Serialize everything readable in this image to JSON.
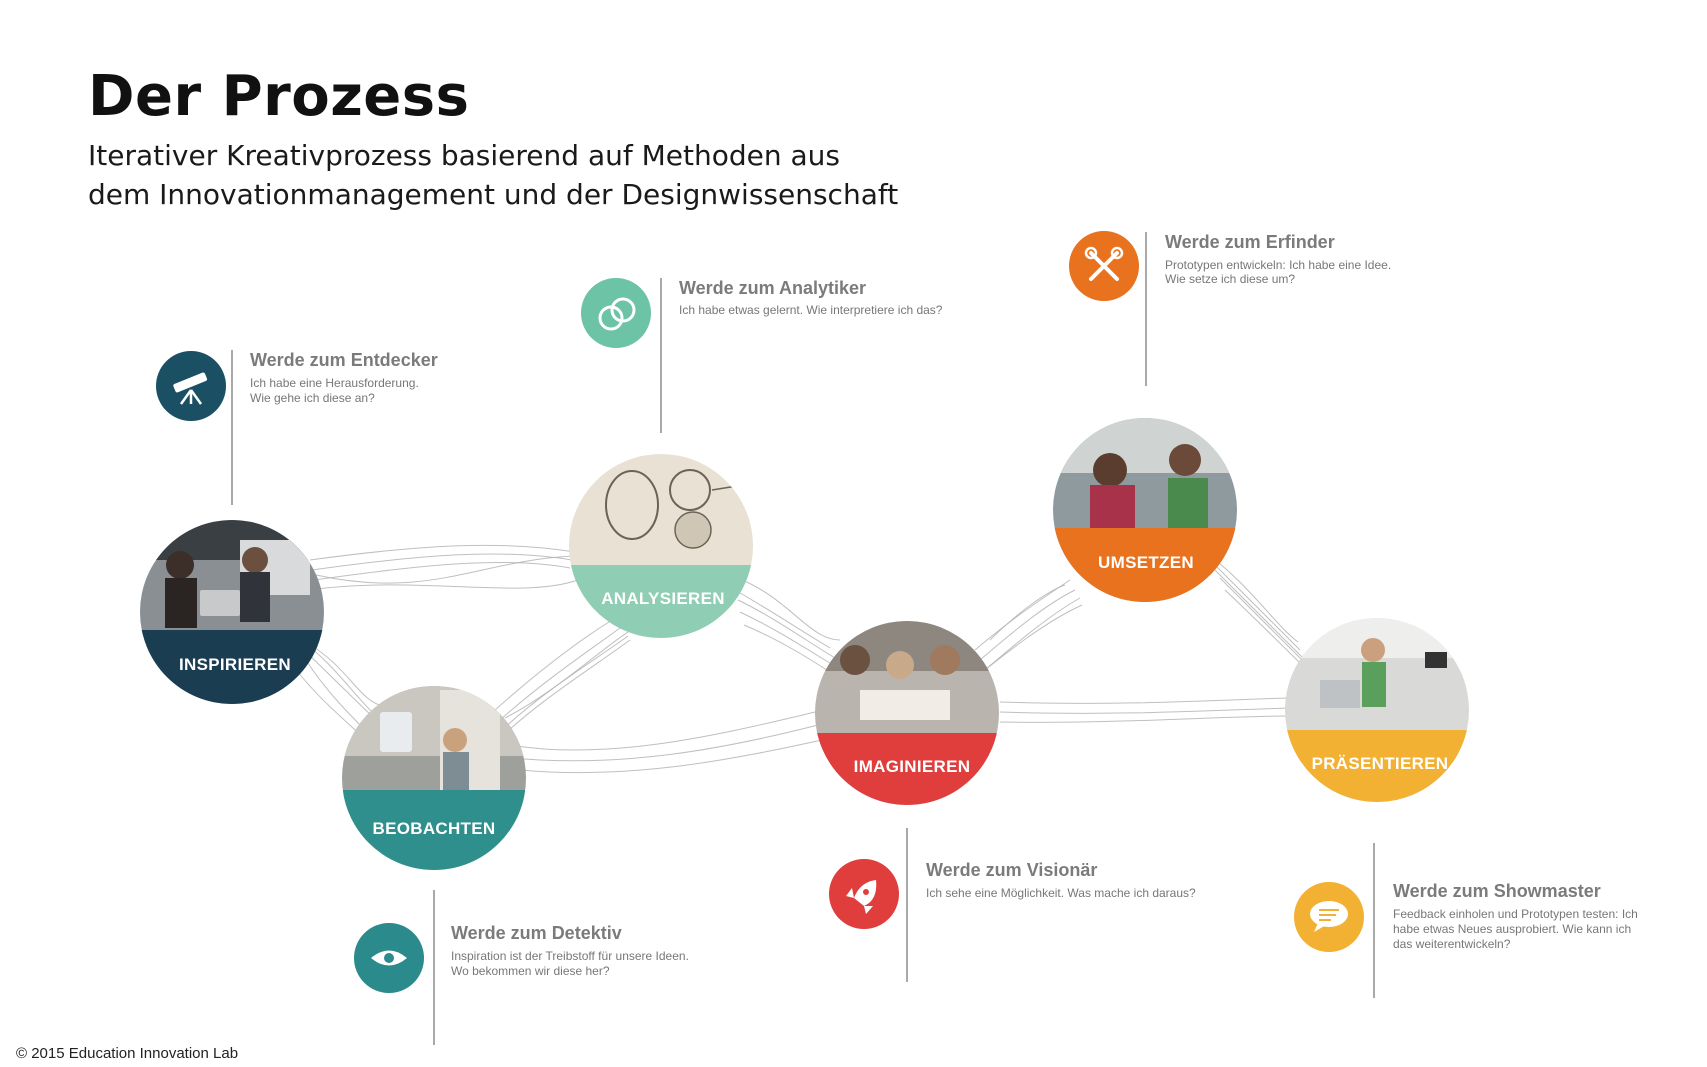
{
  "header": {
    "title": "Der Prozess",
    "subtitle_line1": "Iterativer Kreativprozess basierend auf Methoden aus",
    "subtitle_line2": "dem Innovationmanagement und der Designwissenschaft"
  },
  "stages": [
    {
      "id": "inspirieren",
      "label": "INSPIRIEREN",
      "color": "#1b3d52",
      "photo": "people-laptop-photo"
    },
    {
      "id": "beobachten",
      "label": "BEOBACHTEN",
      "color": "#2f8f8c",
      "photo": "tablet-street-photo"
    },
    {
      "id": "analysieren",
      "label": "ANALYSIEREN",
      "color": "#8fcdb5",
      "photo": "sketch-paper-photo"
    },
    {
      "id": "imaginieren",
      "label": "IMAGINIEREN",
      "color": "#e03d3d",
      "photo": "group-table-photo"
    },
    {
      "id": "umsetzen",
      "label": "UMSETZEN",
      "color": "#e8721e",
      "photo": "workshop-build-photo"
    },
    {
      "id": "praesentieren",
      "label": "PRÄSENTIEREN",
      "color": "#f2b132",
      "photo": "presentation-photo"
    }
  ],
  "roles": [
    {
      "id": "entdecker",
      "title": "Werde zum Entdecker",
      "lines": [
        "Ich habe eine Herausforderung.",
        "Wie gehe ich diese an?"
      ],
      "icon": "telescope-icon",
      "color": "#1b4f63"
    },
    {
      "id": "analytiker",
      "title": "Werde zum Analytiker",
      "lines": [
        "Ich habe etwas gelernt. Wie interpretiere ich das?"
      ],
      "icon": "rings-icon",
      "color": "#6cc3a6"
    },
    {
      "id": "erfinder",
      "title": "Werde zum Erfinder",
      "lines": [
        "Prototypen entwickeln: Ich habe eine Idee.",
        "Wie setze ich diese um?"
      ],
      "icon": "tools-icon",
      "color": "#e8721e"
    },
    {
      "id": "detektiv",
      "title": "Werde zum Detektiv",
      "lines": [
        "Inspiration ist der Treibstoff für unsere Ideen.",
        "Wo bekommen wir diese her?"
      ],
      "icon": "eye-icon",
      "color": "#2a8a8c"
    },
    {
      "id": "visionaer",
      "title": "Werde zum Visionär",
      "lines": [
        "Ich sehe eine Möglichkeit. Was mache ich daraus?"
      ],
      "icon": "rocket-icon",
      "color": "#e03d3d"
    },
    {
      "id": "showmaster",
      "title": "Werde zum Showmaster",
      "lines": [
        "Feedback einholen und Prototypen testen: Ich",
        "habe etwas Neues ausprobiert. Wie kann ich",
        "das weiterentwickeln?"
      ],
      "icon": "speech-bubble-icon",
      "color": "#f2b132"
    }
  ],
  "footer": {
    "copyright": "© 2015 Education Innovation Lab"
  }
}
